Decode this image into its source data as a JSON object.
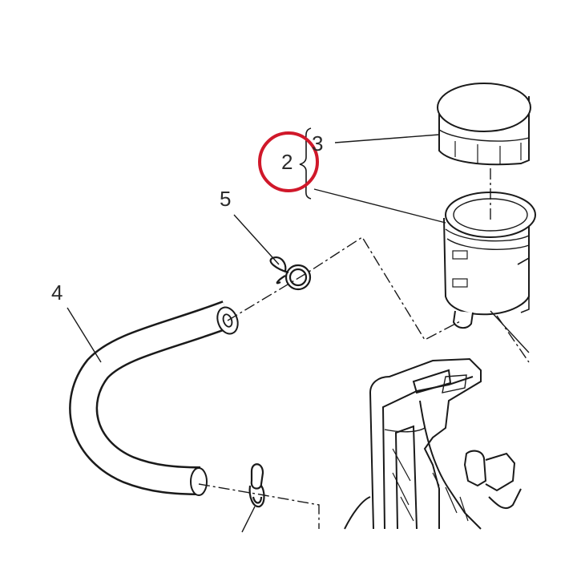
{
  "callouts": {
    "part_2": "2",
    "part_3": "3",
    "part_4": "4",
    "part_5": "5"
  },
  "highlight": {
    "color": "#d0182a",
    "target": "part_2"
  },
  "colors": {
    "line": "#1a1a1a",
    "background": "#ffffff"
  }
}
